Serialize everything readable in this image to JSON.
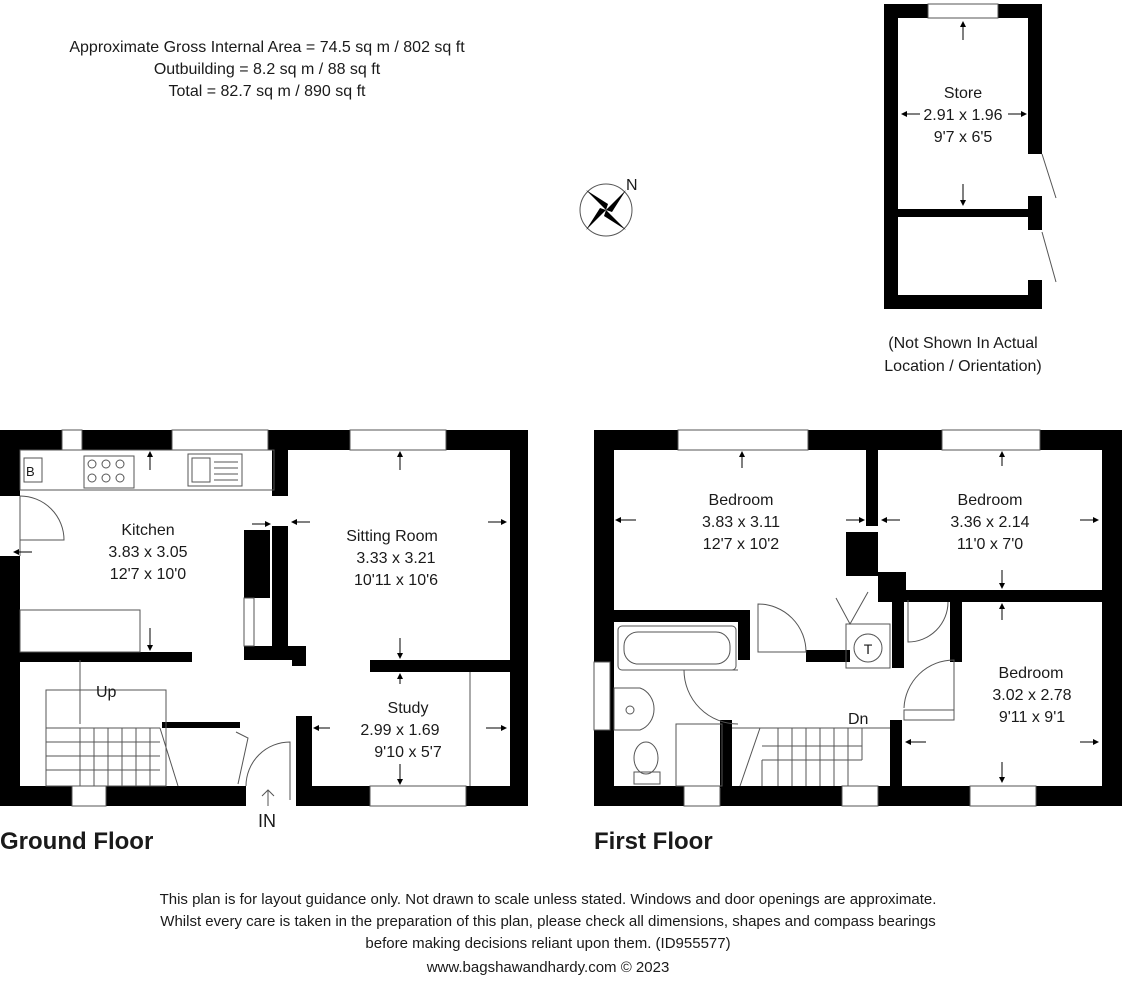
{
  "areas": {
    "gross_internal": "Approximate Gross Internal Area = 74.5 sq m / 802 sq ft",
    "outbuilding": "Outbuilding = 8.2 sq m / 88 sq ft",
    "total": "Total = 82.7 sq m / 890 sq ft"
  },
  "compass": {
    "north": "N"
  },
  "outbuilding": {
    "store": {
      "name": "Store",
      "metric": "2.91 x 1.96",
      "imperial": "9'7 x 6'5"
    },
    "note_line1": "(Not Shown In Actual",
    "note_line2": "Location / Orientation)"
  },
  "ground_floor": {
    "title": "Ground Floor",
    "entrance": "IN",
    "stairs": "Up",
    "boiler": "B",
    "kitchen": {
      "name": "Kitchen",
      "metric": "3.83 x 3.05",
      "imperial": "12'7 x 10'0"
    },
    "sitting_room": {
      "name": "Sitting Room",
      "metric": "3.33 x 3.21",
      "imperial": "10'11 x 10'6"
    },
    "study": {
      "name": "Study",
      "metric": "2.99 x 1.69",
      "imperial": "9'10 x 5'7"
    }
  },
  "first_floor": {
    "title": "First Floor",
    "stairs": "Dn",
    "tank": "T",
    "bedroom1": {
      "name": "Bedroom",
      "metric": "3.83 x 3.11",
      "imperial": "12'7 x 10'2"
    },
    "bedroom2": {
      "name": "Bedroom",
      "metric": "3.36 x 2.14",
      "imperial": "11'0 x 7'0"
    },
    "bedroom3": {
      "name": "Bedroom",
      "metric": "3.02 x 2.78",
      "imperial": "9'11 x 9'1"
    }
  },
  "disclaimer": {
    "line1": "This plan is for layout guidance only. Not drawn to scale unless stated. Windows and door openings are approximate.",
    "line2": "Whilst every care is taken in the preparation of this plan, please check all dimensions, shapes and compass bearings",
    "line3": "before making decisions reliant upon them. (ID955577)",
    "website": "www.bagshawandhardy.com © 2023"
  }
}
